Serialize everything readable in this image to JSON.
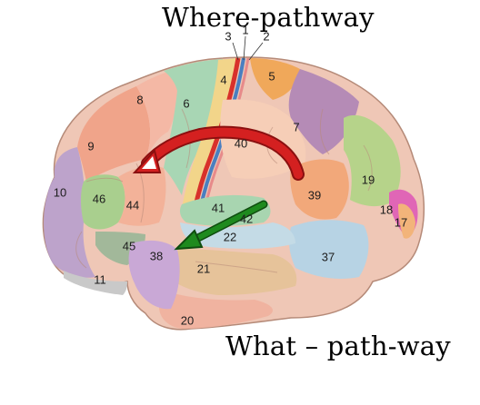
{
  "captions": {
    "where": "Where-pathway",
    "what": "What – path-way"
  },
  "areas": [
    {
      "key": "a1",
      "label": "1"
    },
    {
      "key": "a2",
      "label": "2"
    },
    {
      "key": "a3",
      "label": "3"
    },
    {
      "key": "a4",
      "label": "4"
    },
    {
      "key": "a5",
      "label": "5"
    },
    {
      "key": "a6",
      "label": "6"
    },
    {
      "key": "a7",
      "label": "7"
    },
    {
      "key": "a8",
      "label": "8"
    },
    {
      "key": "a9",
      "label": "9"
    },
    {
      "key": "a10",
      "label": "10"
    },
    {
      "key": "a11",
      "label": "11"
    },
    {
      "key": "a17",
      "label": "17"
    },
    {
      "key": "a18",
      "label": "18"
    },
    {
      "key": "a19",
      "label": "19"
    },
    {
      "key": "a20",
      "label": "20"
    },
    {
      "key": "a21",
      "label": "21"
    },
    {
      "key": "a22",
      "label": "22"
    },
    {
      "key": "a37",
      "label": "37"
    },
    {
      "key": "a38",
      "label": "38"
    },
    {
      "key": "a39",
      "label": "39"
    },
    {
      "key": "a40",
      "label": "40"
    },
    {
      "key": "a41",
      "label": "41"
    },
    {
      "key": "a42",
      "label": "42"
    },
    {
      "key": "a44",
      "label": "44"
    },
    {
      "key": "a45",
      "label": "45"
    },
    {
      "key": "a46",
      "label": "46"
    }
  ],
  "colors": {
    "where_arrow": "#d42020",
    "what_arrow": "#1e8a1e",
    "central_red": "#d8312b",
    "central_blue": "#4a7fc0"
  }
}
